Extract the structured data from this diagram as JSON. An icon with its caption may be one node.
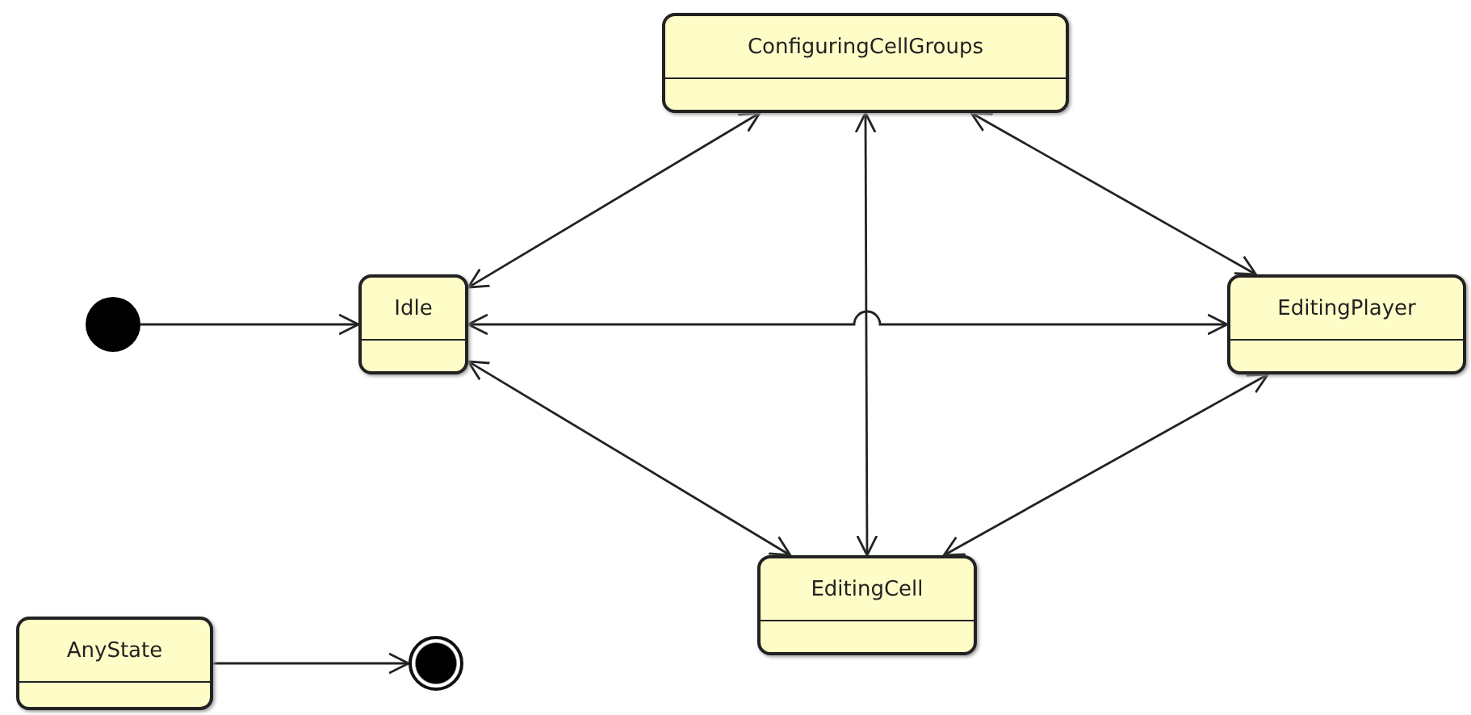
{
  "diagram": {
    "nodes": [
      {
        "text": [],
        "shape": "circle"
      },
      {
        "text": [
          "Idle"
        ]
      },
      {
        "text": [
          "ConfiguringCellGroups"
        ]
      },
      {
        "text": [
          "EditingPlayer"
        ]
      },
      {
        "text": [
          "EditingCell"
        ]
      },
      {
        "text": [
          "AnyState"
        ]
      },
      {
        "text": [],
        "shape": "circle"
      }
    ],
    "edges": [
      {
        "from": 0,
        "to": 1,
        "arrow": "to"
      },
      {
        "from": 1,
        "to": 2,
        "arrow": "both"
      },
      {
        "from": 1,
        "to": 3,
        "arrow": "both"
      },
      {
        "from": 1,
        "to": 4,
        "arrow": "both"
      },
      {
        "from": 2,
        "to": 4,
        "arrow": "both"
      },
      {
        "from": 2,
        "to": 3,
        "arrow": "both"
      },
      {
        "from": 4,
        "to": 3,
        "arrow": "both"
      },
      {
        "from": 5,
        "to": 6,
        "arrow": "to"
      }
    ]
  }
}
